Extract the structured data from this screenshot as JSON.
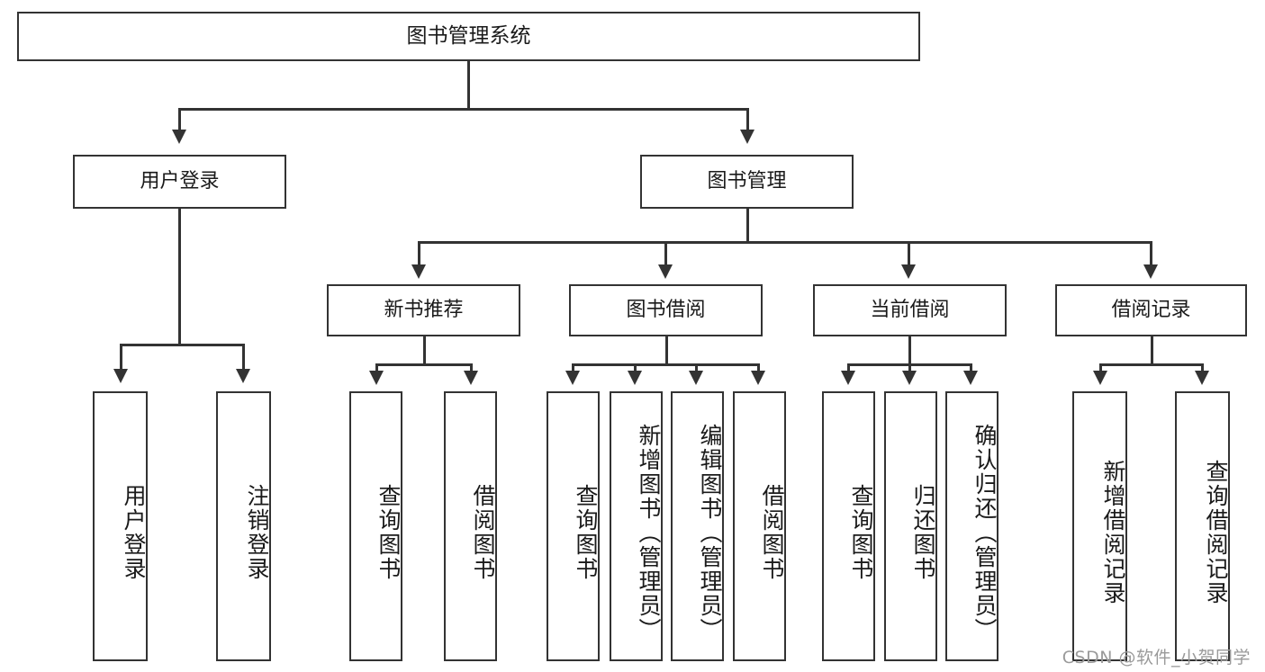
{
  "diagram": {
    "title": "图书管理系统",
    "watermark": "CSDN @软件_小贺同学"
  },
  "nodes": {
    "root": {
      "label": "图书管理系统"
    },
    "level2": [
      {
        "id": "user-login",
        "label": "用户登录"
      },
      {
        "id": "book-manage",
        "label": "图书管理"
      }
    ],
    "level3": [
      {
        "id": "new-book-recommend",
        "label": "新书推荐"
      },
      {
        "id": "book-borrow",
        "label": "图书借阅"
      },
      {
        "id": "current-borrow",
        "label": "当前借阅"
      },
      {
        "id": "borrow-record",
        "label": "借阅记录"
      }
    ],
    "leaves": {
      "user_login": [
        {
          "id": "leaf-user-login",
          "label": "用户登录"
        },
        {
          "id": "leaf-logout-login",
          "label": "注销登录"
        }
      ],
      "new_book_recommend": [
        {
          "id": "leaf-query-book-1",
          "label": "查询图书"
        },
        {
          "id": "leaf-borrow-book-1",
          "label": "借阅图书"
        }
      ],
      "book_borrow": [
        {
          "id": "leaf-query-book-2",
          "label": "查询图书"
        },
        {
          "id": "leaf-add-book",
          "label": "新增图书（管理员）"
        },
        {
          "id": "leaf-edit-book",
          "label": "编辑图书（管理员）"
        },
        {
          "id": "leaf-borrow-book-2",
          "label": "借阅图书"
        }
      ],
      "current_borrow": [
        {
          "id": "leaf-query-book-3",
          "label": "查询图书"
        },
        {
          "id": "leaf-return-book",
          "label": "归还图书"
        },
        {
          "id": "leaf-confirm-return",
          "label": "确认归还（管理员）"
        }
      ],
      "borrow_record": [
        {
          "id": "leaf-add-record",
          "label": "新增借阅记录"
        },
        {
          "id": "leaf-query-record",
          "label": "查询借阅记录"
        }
      ]
    }
  },
  "colors": {
    "stroke": "#333333",
    "fill": "#ffffff",
    "text": "#1a1a1a",
    "watermark": "#9a9a9a"
  }
}
